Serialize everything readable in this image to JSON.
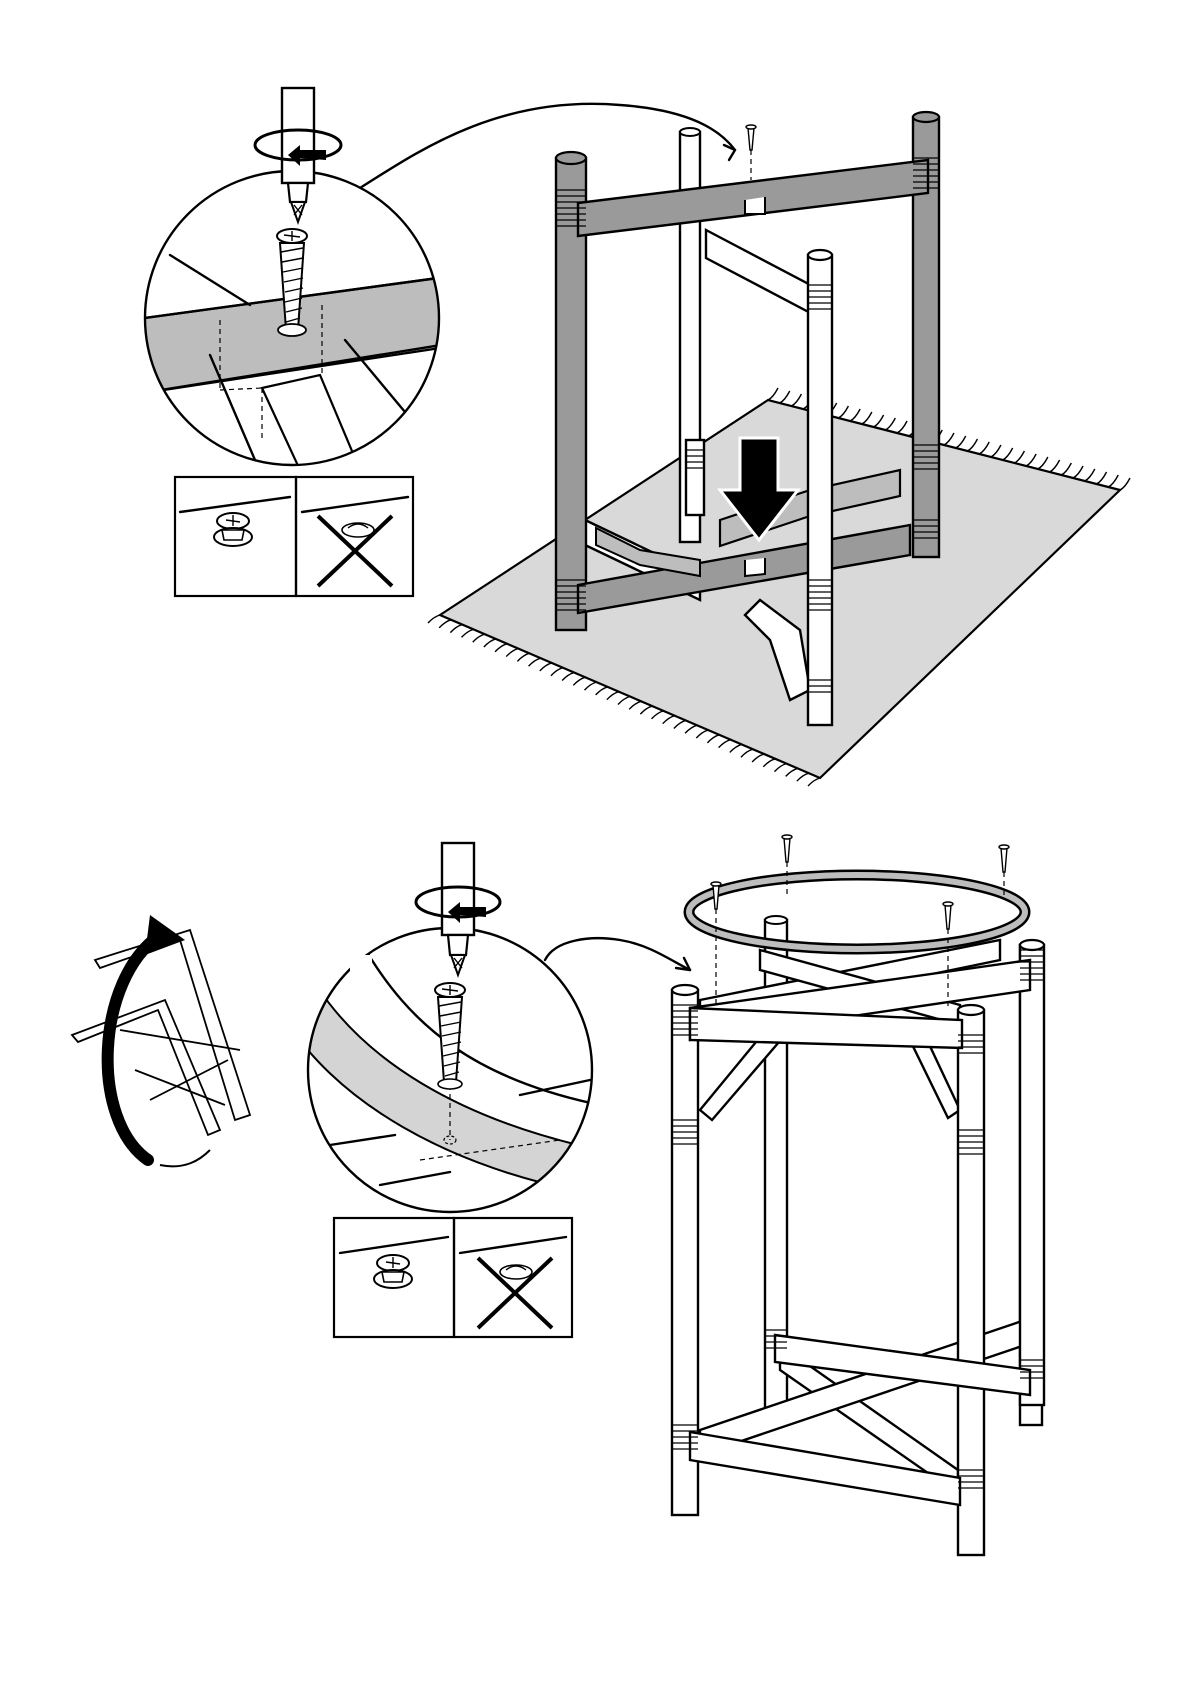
{
  "step_top": {
    "hint_panel": {
      "correct": "screw-flush",
      "incorrect": "screw-sunk-too-deep"
    },
    "rug_fill": "#d9d9d9",
    "frame_fill": "#9a9a9a"
  },
  "step_bottom": {
    "hint_panel": {
      "correct": "screw-flush",
      "incorrect": "screw-sunk-too-deep"
    },
    "frame_fill": "#ffffff"
  },
  "colors": {
    "ink": "#000000",
    "shade": "#bdbdbd",
    "light": "#d4d4d4"
  },
  "icons": [
    "screwdriver-icon",
    "rotate-arrow-icon",
    "screw-icon",
    "down-arrow-icon",
    "flip-arrow-icon",
    "cross-icon"
  ]
}
